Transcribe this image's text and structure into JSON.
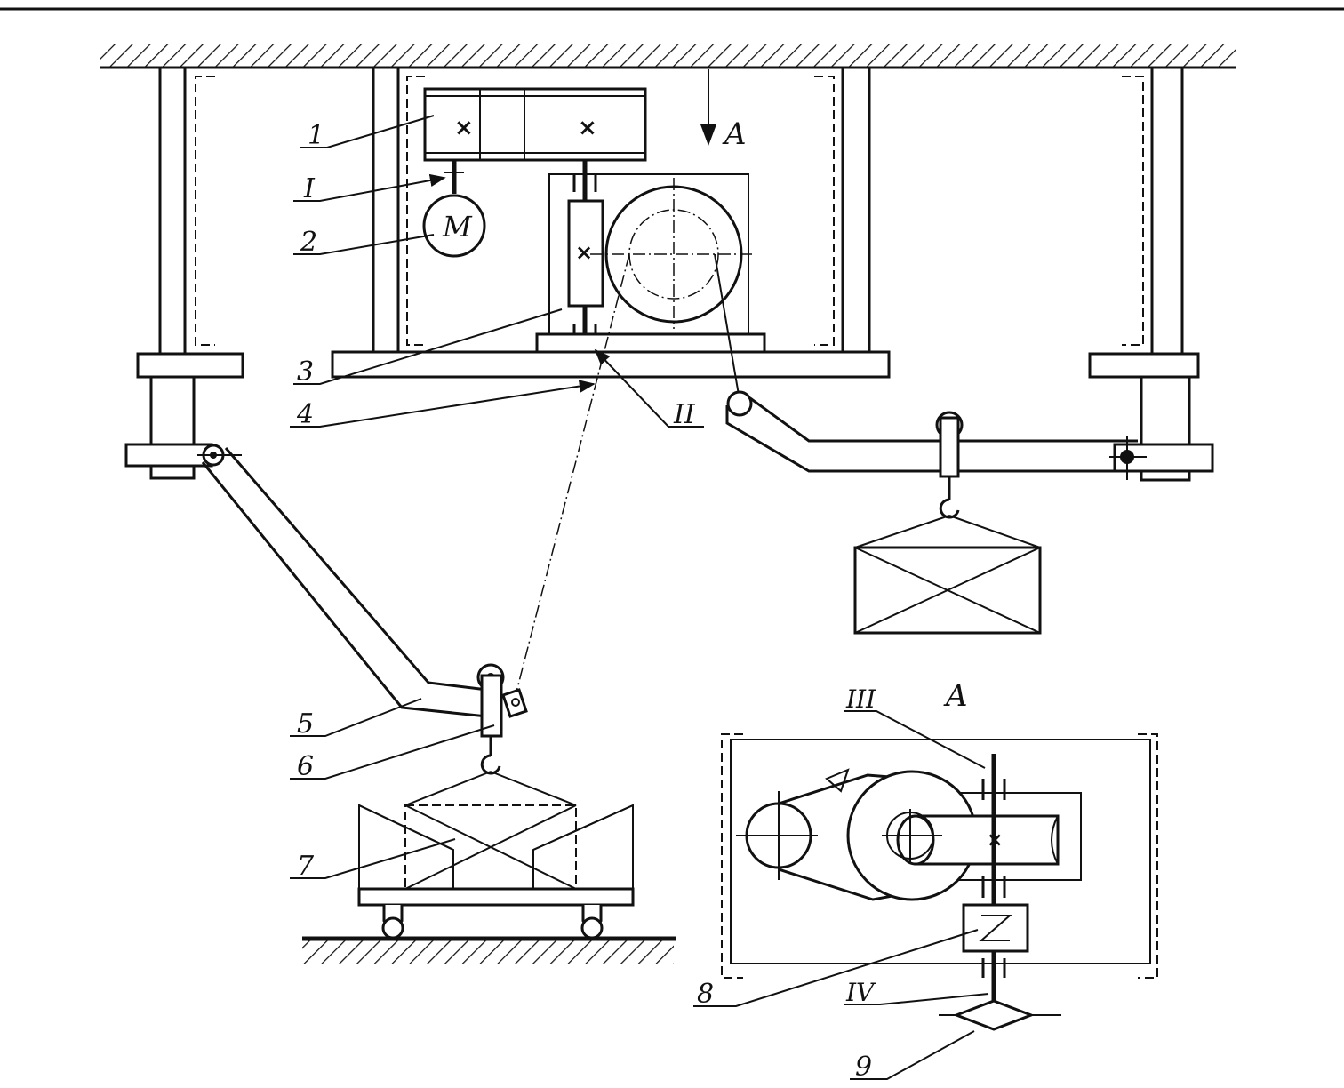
{
  "view_title": "A",
  "view_arrow_label": "A",
  "callouts": {
    "c1": "1",
    "c2": "2",
    "c3": "3",
    "c4": "4",
    "c5": "5",
    "c6": "6",
    "c7": "7",
    "c8": "8",
    "c9": "9",
    "shaft_I": "I",
    "shaft_II": "II",
    "shaft_III": "III",
    "shaft_IV": "IV"
  },
  "motor_label": "M"
}
